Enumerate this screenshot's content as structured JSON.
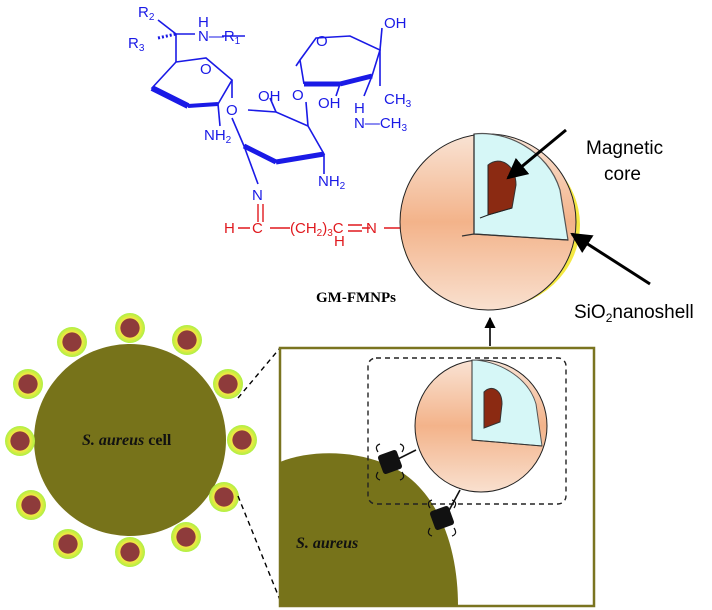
{
  "molecule": {
    "r2": "R",
    "r2_sub": "2",
    "r3": "R",
    "r3_sub": "3",
    "nh_r1": "N—R",
    "r1_sub": "1",
    "h_upper": "H",
    "o_ring1": "O",
    "o_link1": "O",
    "oh_a": "OH",
    "o_link2": "O",
    "o_ring3": "O",
    "oh_top": "OH",
    "oh_b": "OH",
    "ch3": "CH",
    "ch3_sub": "3",
    "nh_ch3": "N—CH",
    "nh_ch3_sub": "3",
    "h_lower": "H",
    "nh2_a": "NH",
    "nh2_a_sub": "2",
    "nh2_b": "NH",
    "nh2_b_sub": "2",
    "n_imine": "N"
  },
  "linker": {
    "h_left": "H",
    "c_left": "C",
    "ch2_group": "(CH",
    "ch2_sub2": "2",
    "ch2_close": ")",
    "ch2_sub3": "3",
    "c_right": "C",
    "n_right": "N",
    "h_bottom": "H"
  },
  "labels": {
    "magnetic_core_line1": "Magnetic",
    "magnetic_core_line2": "core",
    "sio2_prefix": "SiO",
    "sio2_sub": "2",
    "sio2_suffix": "nanoshell",
    "gm_fmnps": "GM-FMNPs",
    "cell_label_italic": "S. aureus",
    "cell_label_plain": " cell",
    "inset_label": "S. aureus"
  },
  "colors": {
    "structure_blue": "#1a1ae6",
    "linker_red": "#e0191e",
    "bacteria_olive": "#77731a",
    "frame_olive": "#7a7420",
    "core_brown": "#8b2a12",
    "shell_cyan": "#d6f7f7",
    "particle_peach": "#f6c4a4",
    "corona_green": "#aef044",
    "corona_yellow": "#f4e842",
    "small_np_maroon": "#8e3b3b"
  }
}
